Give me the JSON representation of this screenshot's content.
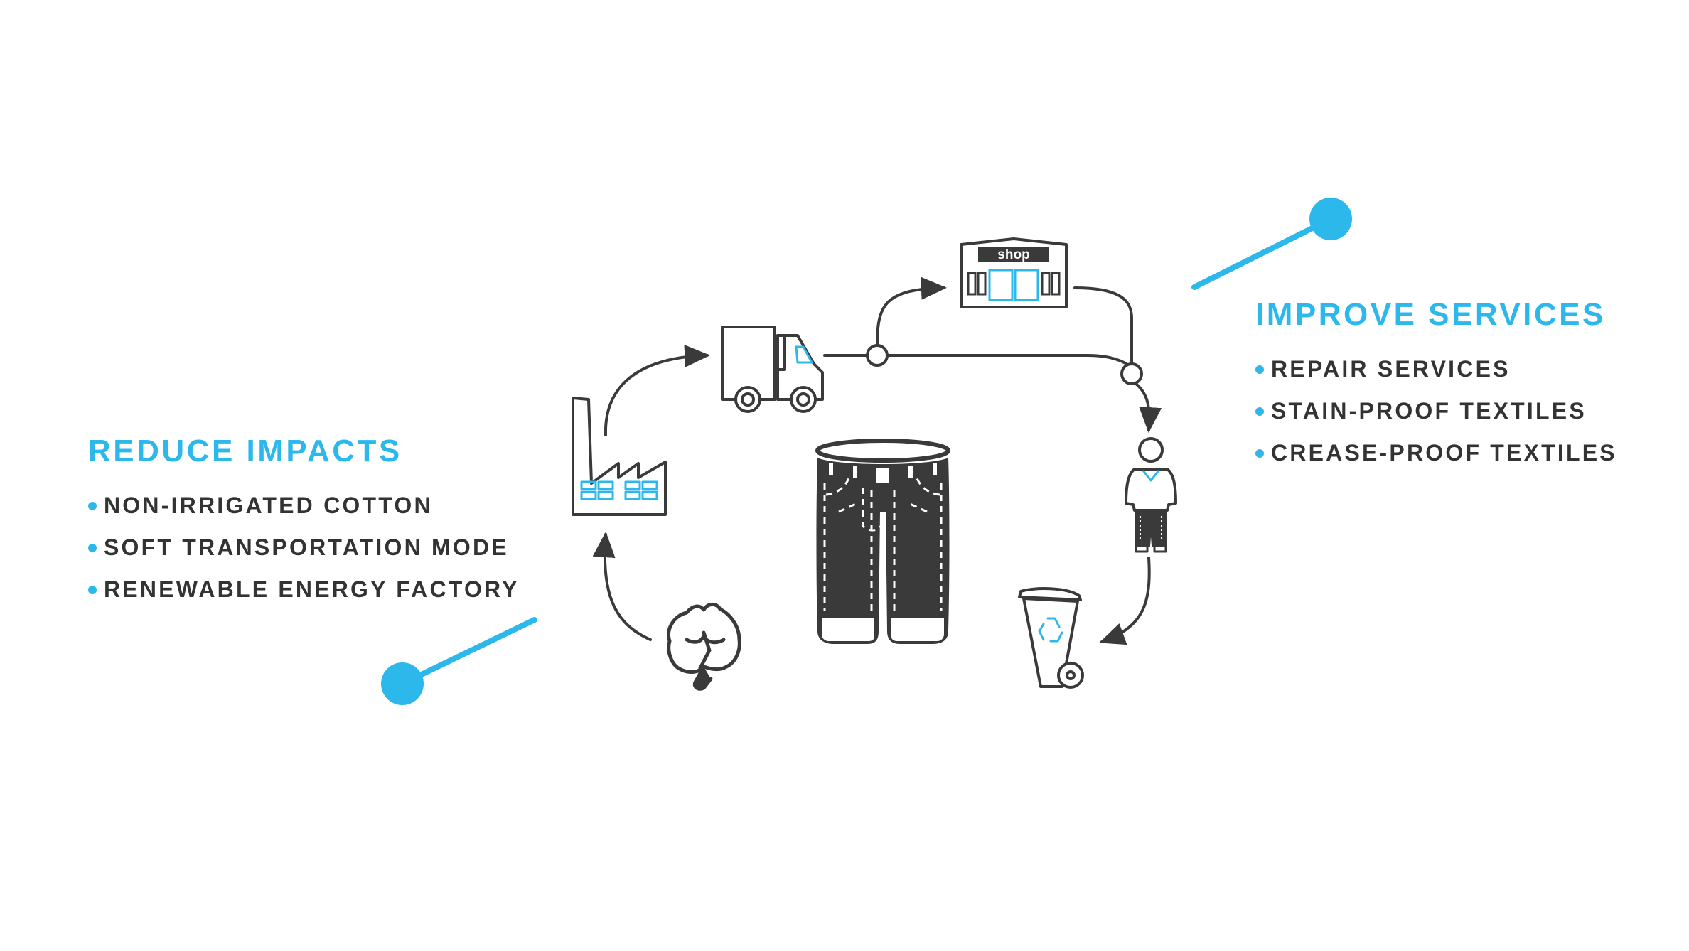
{
  "colors": {
    "accent": "#2db8ec",
    "ink": "#3a3a3a",
    "text": "#333333",
    "background": "#ffffff"
  },
  "left_panel": {
    "title": "REDUCE IMPACTS",
    "items": [
      "NON-IRRIGATED COTTON",
      "SOFT TRANSPORTATION MODE",
      "RENEWABLE ENERGY FACTORY"
    ]
  },
  "right_panel": {
    "title": "IMPROVE SERVICES",
    "items": [
      "REPAIR SERVICES",
      "STAIN-PROOF TEXTILES",
      "CREASE-PROOF TEXTILES"
    ]
  },
  "cycle": {
    "shop_sign": "shop",
    "stages": [
      "cotton-icon",
      "factory-icon",
      "truck-icon",
      "shop-icon",
      "person-icon",
      "recycle-bin-icon"
    ],
    "center": "jeans-icon"
  }
}
